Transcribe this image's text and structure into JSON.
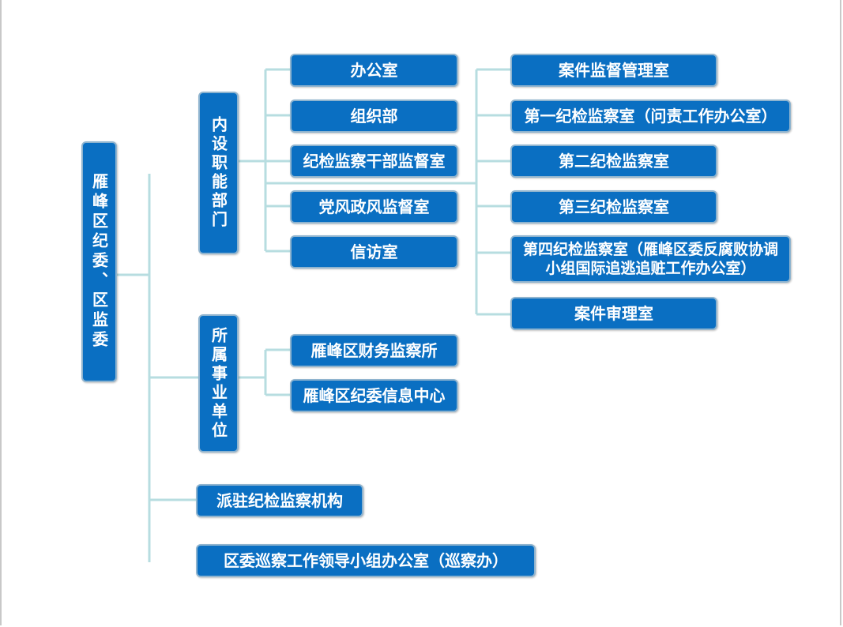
{
  "root": "雁峰区纪委、区监委",
  "groups": {
    "internal": "内设职能部门",
    "affiliated": "所属事业单位",
    "stationed": "派驻纪检监察机构",
    "inspection": "区委巡察工作领导小组办公室（巡察办）"
  },
  "internal_left": [
    "办公室",
    "组织部",
    "纪检监察干部监督室",
    "党风政风监督室",
    "信访室"
  ],
  "internal_right": [
    "案件监督管理室",
    "第一纪检监察室（问责工作办公室）",
    "第二纪检监察室",
    "第三纪检监察室",
    "第四纪检监察室（雁峰区委反腐败协调小组国际追逃追赃工作办公室）",
    "案件审理室"
  ],
  "affiliated_units": [
    "雁峰区财务监察所",
    "雁峰区纪委信息中心"
  ],
  "colors": {
    "box": "#0a6fc2",
    "connector": "#b7dde0",
    "border": "#8fb4cf"
  }
}
